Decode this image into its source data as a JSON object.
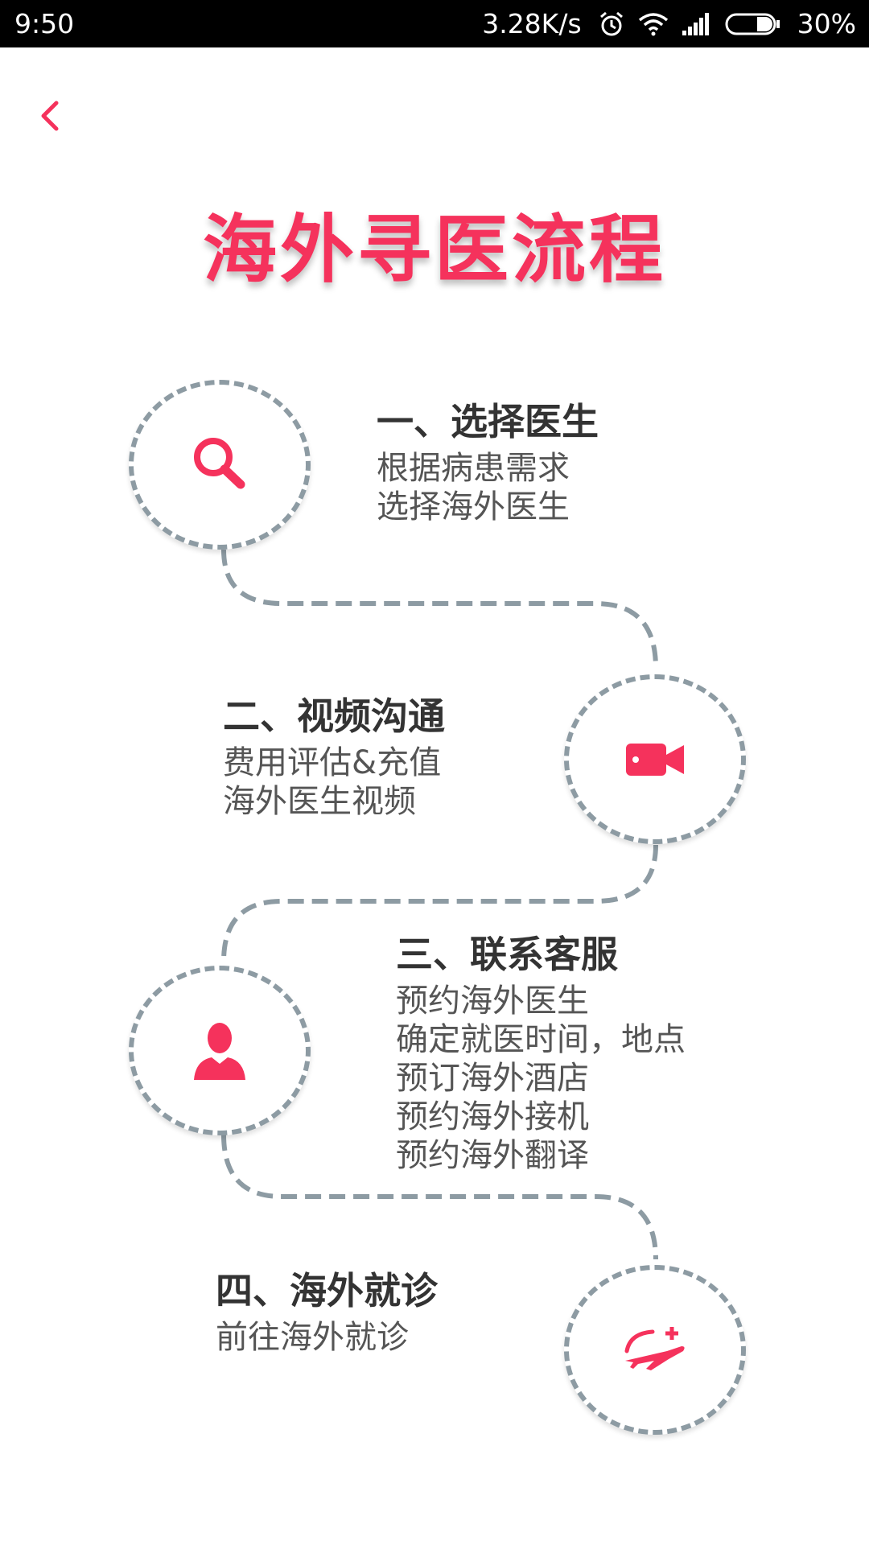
{
  "status_bar": {
    "time": "9:50",
    "net_speed": "3.28K/s",
    "battery": "30%",
    "icons": [
      "alarm-icon",
      "wifi-icon",
      "signal-icon",
      "battery-icon"
    ]
  },
  "nav": {
    "back_icon": "chevron-left-icon"
  },
  "title": "海外寻医流程",
  "colors": {
    "accent": "#f5325c",
    "dash": "#8d9ba3",
    "text": "#555555"
  },
  "steps": [
    {
      "title": "一、选择医生",
      "icon": "search-icon",
      "lines": [
        "根据病患需求",
        "选择海外医生"
      ]
    },
    {
      "title": "二、视频沟通",
      "icon": "video-camera-icon",
      "lines": [
        "费用评估&充值",
        "海外医生视频"
      ]
    },
    {
      "title": "三、联系客服",
      "icon": "user-icon",
      "lines": [
        "预约海外医生",
        "确定就医时间，地点",
        "预订海外酒店",
        "预约海外接机",
        "预约海外翻译"
      ]
    },
    {
      "title": "四、海外就诊",
      "icon": "medical-airplane-icon",
      "lines": [
        "前往海外就诊"
      ]
    }
  ]
}
